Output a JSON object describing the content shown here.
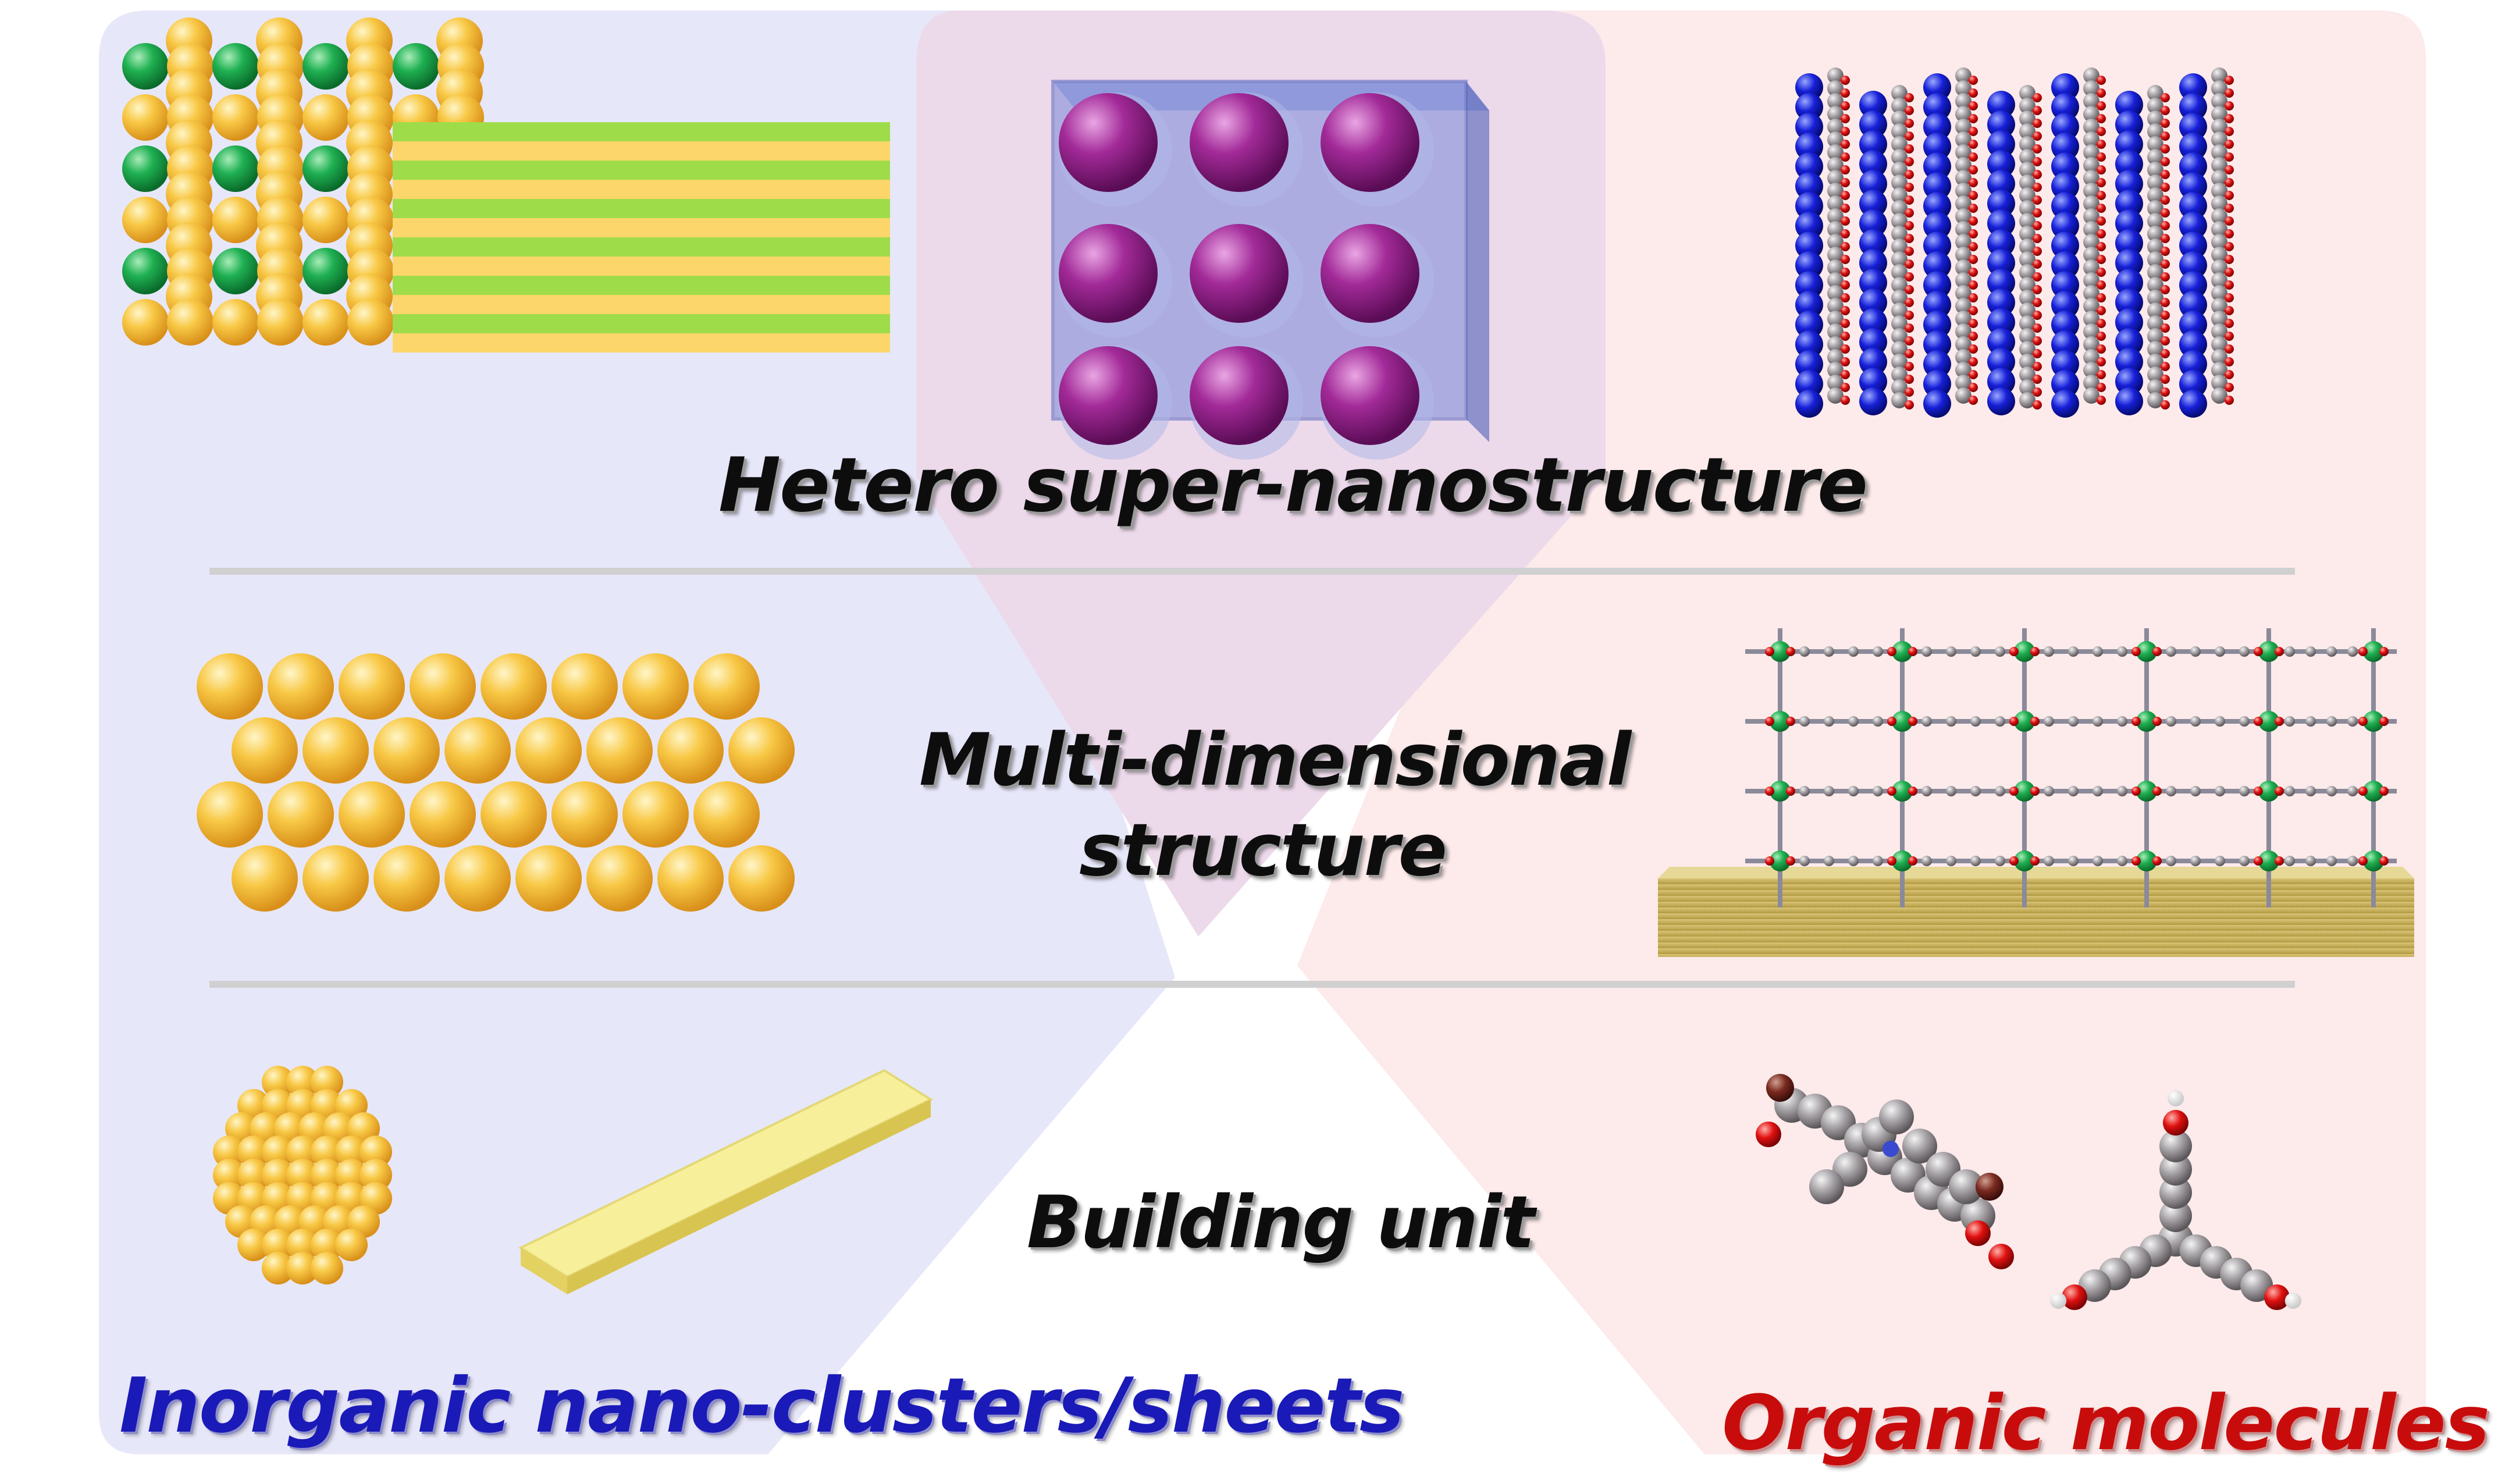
{
  "labels": {
    "top": "Hetero super-nanostructure",
    "middle_line1": "Multi-dimensional",
    "middle_line2": "structure",
    "bottom": "Building unit",
    "left": "Inorganic nano-clusters/sheets",
    "right": "Organic molecules"
  },
  "colors": {
    "inorganic_panel": "#e7e7fa",
    "organic_panel": "#fdeaea",
    "hetero_overlap": "#ecd9ea",
    "gold_particle": "#f6c244",
    "green_particle": "#1aa54a",
    "nanosheet": "#f7ef9a",
    "inorganic_text": "#1a1ab8",
    "organic_text": "#c80c0c"
  }
}
